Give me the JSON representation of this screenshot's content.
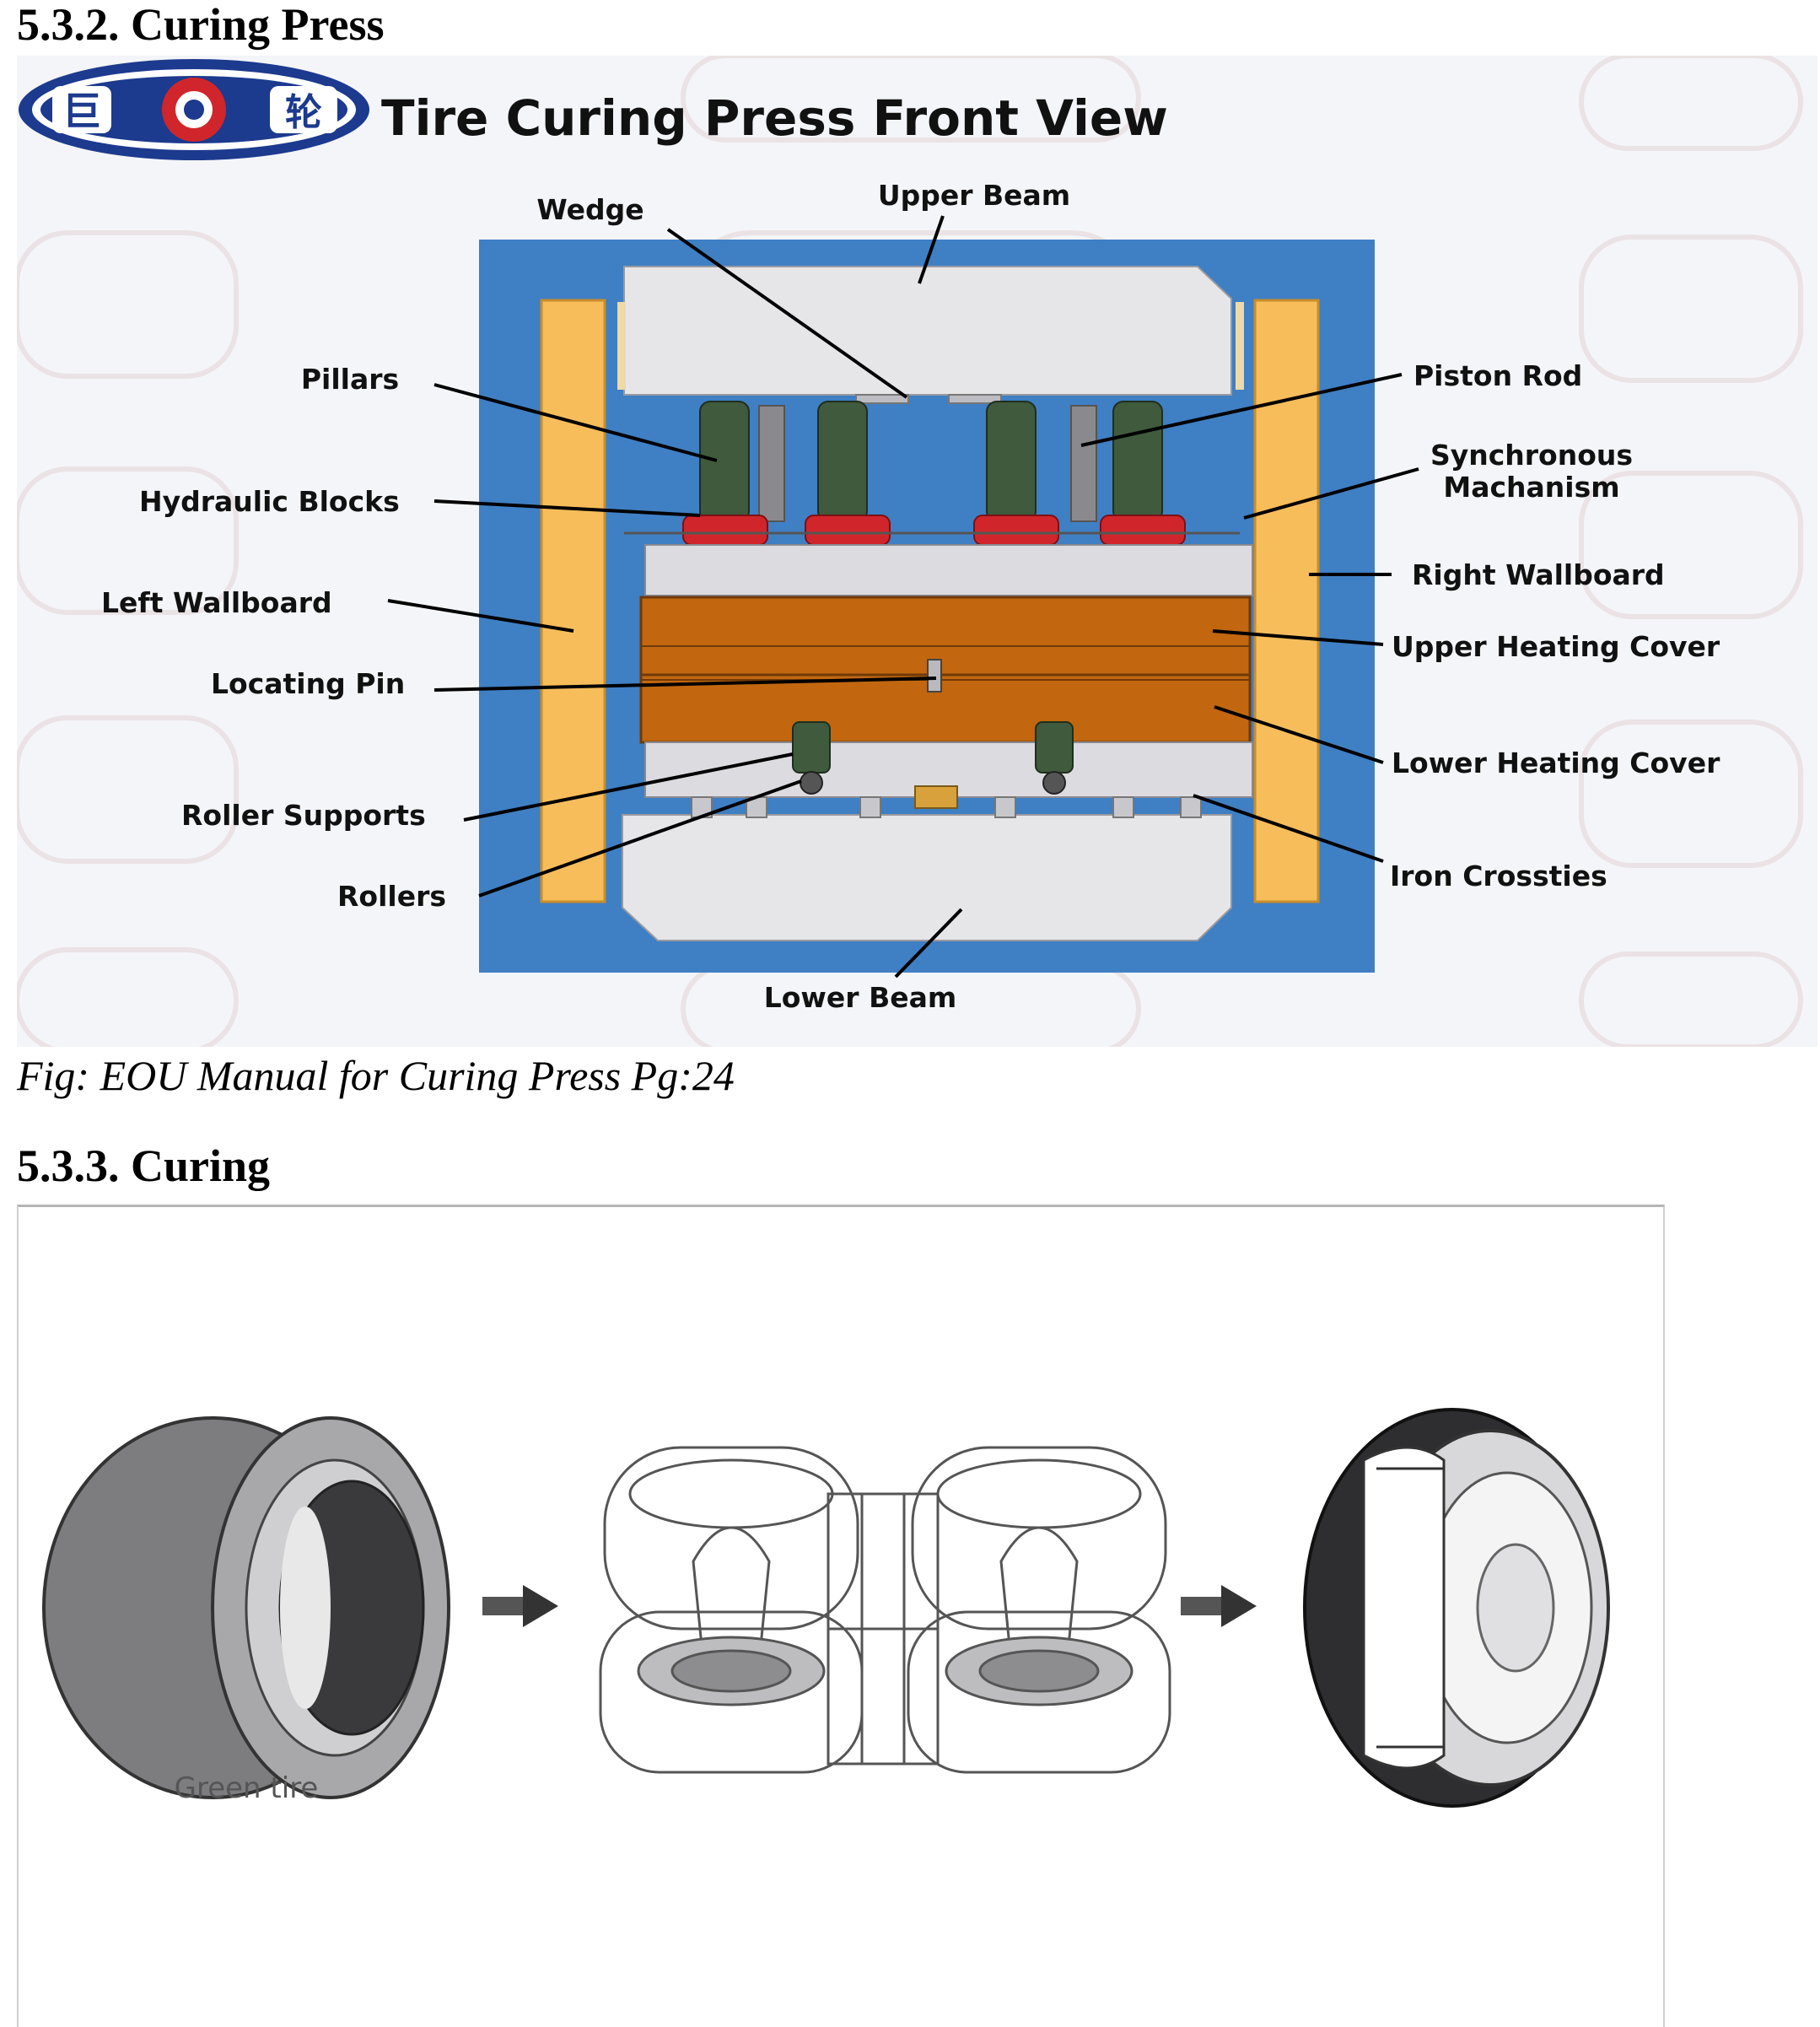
{
  "section_press": {
    "heading": "5.3.2. Curing Press"
  },
  "press_figure": {
    "title": "Tire Curing Press Front View",
    "logo_glyphs": [
      "巨",
      "轮"
    ],
    "labels": {
      "upper_beam": "Upper Beam",
      "wedge": "Wedge",
      "pillars": "Pillars",
      "piston_rod": "Piston Rod",
      "synchronous_line1": "Synchronous",
      "synchronous_line2": "Machanism",
      "hydraulic_blocks": "Hydraulic Blocks",
      "right_wallboard": "Right  Wallboard",
      "left_wallboard": "Left Wallboard",
      "upper_heating_cover": "Upper Heating Cover",
      "locating_pin": "Locating Pin",
      "lower_heating_cover": "Lower Heating Cover",
      "roller_supports": "Roller Supports",
      "iron_crossties": "Iron Crossties",
      "rollers": "Rollers",
      "lower_beam": "Lower Beam"
    },
    "colors": {
      "frame_blue": "#3f7fc4",
      "wallboard_yellow": "#f7bd5a",
      "heating_cover_orange": "#c2670f",
      "pillar_green": "#3f5a3c",
      "hydraulic_red": "#d0262b",
      "beam_grey": "#e6e6e8"
    }
  },
  "press_caption": "Fig: EOU Manual for Curing Press Pg:24",
  "section_curing": {
    "heading": "5.3.3. Curing"
  },
  "curing_figure": {
    "green_tire_label": "Green tire",
    "icons": [
      "green-tire-icon",
      "arrow-right-icon",
      "curing-press-icon",
      "arrow-right-icon",
      "cured-tire-icon"
    ]
  }
}
